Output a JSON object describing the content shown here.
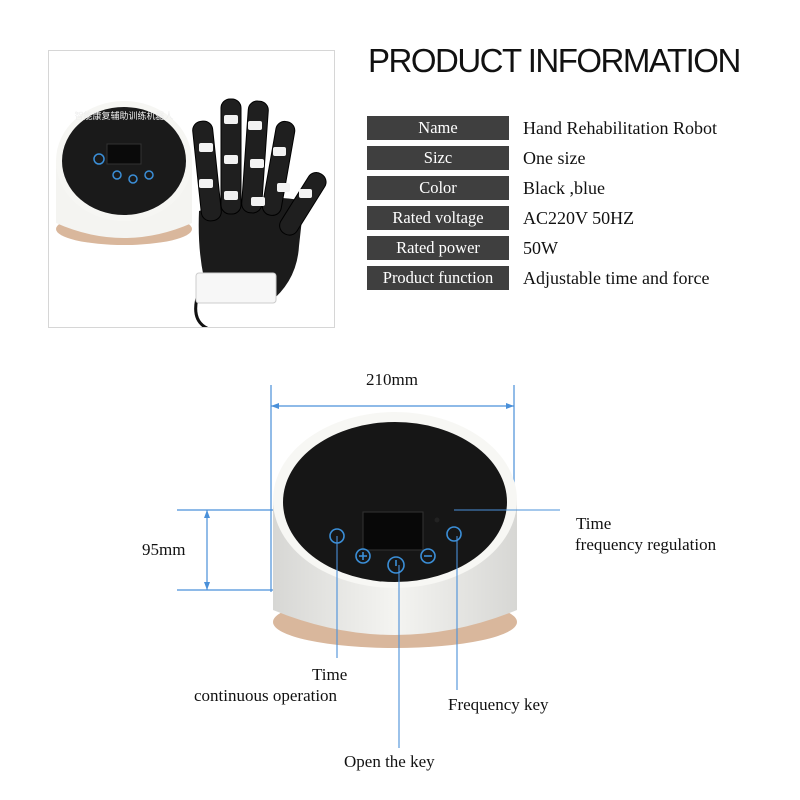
{
  "header": {
    "title": "PRODUCT INFORMATION"
  },
  "device_screen_text": "智能康复辅助训练机器人",
  "specs": [
    {
      "key": "Name",
      "value": "Hand Rehabilitation Robot"
    },
    {
      "key": "Sizc",
      "value": "One size"
    },
    {
      "key": "Color",
      "value": "Black ,blue"
    },
    {
      "key": "Rated voltage",
      "value": "AC220V 50HZ"
    },
    {
      "key": "Rated power",
      "value": "50W"
    },
    {
      "key": "Product function",
      "value": "Adjustable time and force"
    }
  ],
  "dimensions": {
    "width": "210mm",
    "height": "95mm"
  },
  "callouts": {
    "time_freq_line1": "Time",
    "time_freq_line2": "frequency regulation",
    "time_cont_line1": "Time",
    "time_cont_line2": "continuous operation",
    "frequency_key": "Frequency key",
    "open_key": "Open the key"
  },
  "colors": {
    "key_cell_bg": "#3f3f3f",
    "dimension_line": "#4a90d9",
    "device_base": "#c9a58a"
  }
}
